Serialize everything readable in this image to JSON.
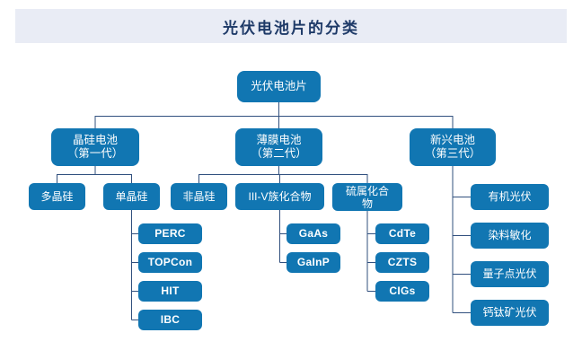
{
  "title": "光伏电池片的分类",
  "colors": {
    "node_bg": "#1176b2",
    "node_text": "#ffffff",
    "line": "#31507e",
    "title_bg": "#e9ecf5",
    "title_text": "#1e3a68"
  },
  "tree": {
    "root": "光伏电池片",
    "branches": [
      {
        "name": "晶硅电池",
        "generation": "（第一代）",
        "children": [
          {
            "name": "多晶硅"
          },
          {
            "name": "单晶硅",
            "children": [
              {
                "name": "PERC"
              },
              {
                "name": "TOPCon"
              },
              {
                "name": "HIT"
              },
              {
                "name": "IBC"
              }
            ]
          }
        ]
      },
      {
        "name": "薄膜电池",
        "generation": "（第二代）",
        "children": [
          {
            "name": "非晶硅"
          },
          {
            "name": "III-V族化合物",
            "children": [
              {
                "name": "GaAs"
              },
              {
                "name": "GaInP"
              }
            ]
          },
          {
            "name": "硫属化合物",
            "children": [
              {
                "name": "CdTe"
              },
              {
                "name": "CZTS"
              },
              {
                "name": "CIGs"
              }
            ]
          }
        ]
      },
      {
        "name": "新兴电池",
        "generation": "（第三代）",
        "children": [
          {
            "name": "有机光伏"
          },
          {
            "name": "染料敏化"
          },
          {
            "name": "量子点光伏"
          },
          {
            "name": "钙钛矿光伏"
          }
        ]
      }
    ]
  }
}
